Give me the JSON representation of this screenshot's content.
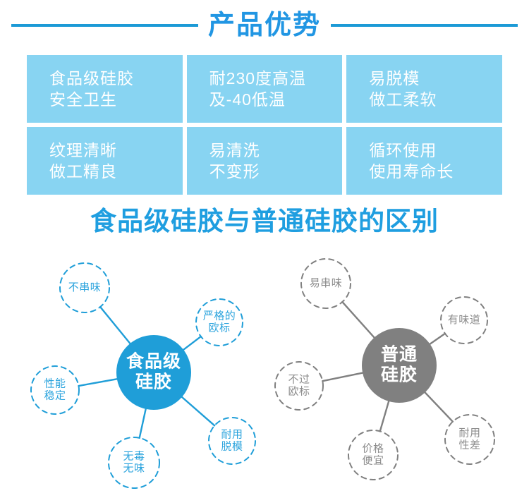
{
  "header": {
    "title": "产品优势",
    "rule_color": "#1c9ad6",
    "title_color": "#2196e3"
  },
  "feature_grid": {
    "cell_color": "#88d4f2",
    "text_color": "#ffffff",
    "cells": [
      {
        "line1": "食品级硅胶",
        "line2": "安全卫生"
      },
      {
        "line1": "耐230度高温",
        "line2": "及-40低温"
      },
      {
        "line1": "易脱模",
        "line2": "做工柔软"
      },
      {
        "line1": "纹理清晰",
        "line2": "做工精良"
      },
      {
        "line1": "易清洗",
        "line2": "不变形"
      },
      {
        "line1": "循环使用",
        "line2": "使用寿命长"
      }
    ]
  },
  "section_title": {
    "text": "食品级硅胶与普通硅胶的区别",
    "color": "#1f9ee0"
  },
  "diagrams": [
    {
      "id": "food-grade-silicone",
      "accent_color": "#1f9ed8",
      "center": {
        "line1": "食品级",
        "line2": "硅胶"
      },
      "satellites": [
        {
          "line1": "不串味",
          "line2": ""
        },
        {
          "line1": "严格的",
          "line2": "欧标"
        },
        {
          "line1": "耐用",
          "line2": "脱模"
        },
        {
          "line1": "无毒",
          "line2": "无味"
        },
        {
          "line1": "性能",
          "line2": "稳定"
        }
      ]
    },
    {
      "id": "ordinary-silicone",
      "accent_color": "#808080",
      "center": {
        "line1": "普通",
        "line2": "硅胶"
      },
      "satellites": [
        {
          "line1": "易串味",
          "line2": ""
        },
        {
          "line1": "有味道",
          "line2": ""
        },
        {
          "line1": "耐用",
          "line2": "性差"
        },
        {
          "line1": "价格",
          "line2": "便宜"
        },
        {
          "line1": "不过",
          "line2": "欧标"
        }
      ]
    }
  ]
}
